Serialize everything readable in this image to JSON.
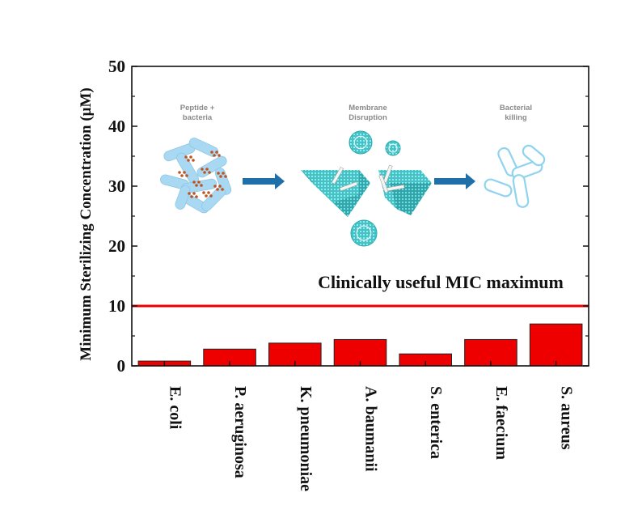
{
  "chart_data": {
    "type": "bar",
    "categories": [
      "E. coli",
      "P. aeruginosa",
      "K. pneumoniae",
      "A. baumanii",
      "S. enterica",
      "E. faecium",
      "S. aureus"
    ],
    "values": [
      0.8,
      2.8,
      3.8,
      4.4,
      2.0,
      4.4,
      7.0
    ],
    "ylabel": "Minimum Sterilizing Concentration  (μM)",
    "xlabel": "",
    "ylim": [
      0,
      50
    ],
    "yticks": [
      0,
      10,
      20,
      30,
      40,
      50
    ],
    "bar_color": "#ee0000",
    "threshold": {
      "value": 10,
      "label": "Clinically useful MIC maximum",
      "color": "#ee0000"
    },
    "grid": false,
    "inset": {
      "steps": [
        {
          "line1": "Peptide +",
          "line2": "bacteria"
        },
        {
          "line1": "Membrane",
          "line2": "Disruption"
        },
        {
          "line1": "Bacterial",
          "line2": "killing"
        }
      ],
      "arrow_color": "#1f6fa8",
      "membrane_color": "#40c4c8",
      "bacteria_color": "#a9d9f2",
      "peptide_color": "#c0531f"
    }
  }
}
